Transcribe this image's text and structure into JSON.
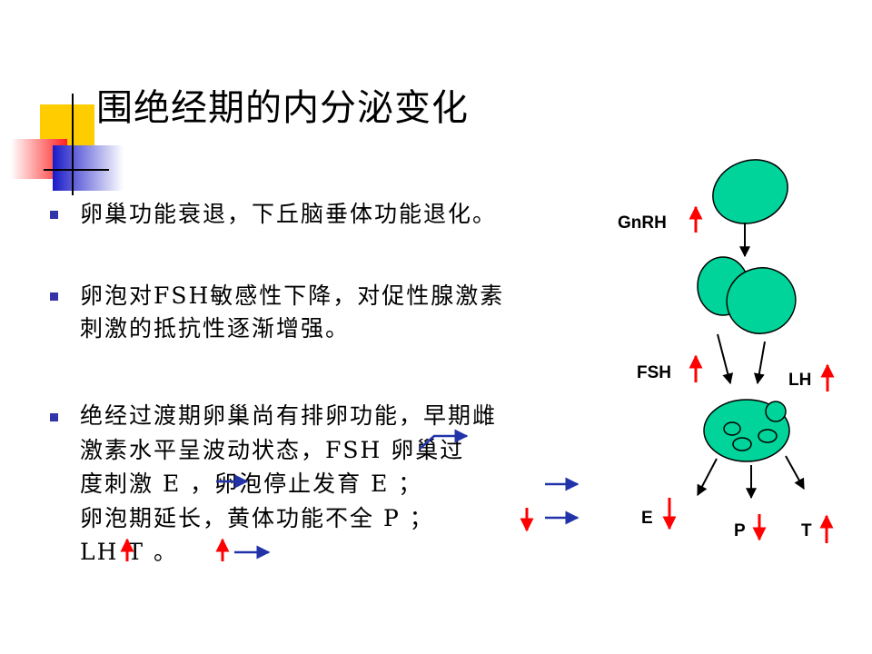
{
  "slide": {
    "title": "围绝经期的内分泌变化",
    "bullets": [
      {
        "lines": [
          "卵巢功能衰退，下丘脑垂体功能退化。"
        ]
      },
      {
        "lines": [
          "卵泡对FSH敏感性下降，对促性腺激素",
          "刺激的抵抗性逐渐增强。"
        ]
      },
      {
        "lines": [
          "绝经过渡期卵巢尚有排卵功能，早期雌",
          "激素水平呈波动状态，FSH       卵巢过",
          "度刺激     E     ，卵泡停止发育     E  ；",
          "卵泡期延长，黄体功能不全          P  ；",
          "LH      T    。"
        ]
      }
    ]
  },
  "diagram": {
    "labels": {
      "gnrh": "GnRH",
      "fsh": "FSH",
      "lh": "LH",
      "e": "E",
      "p": "P",
      "t": "T"
    },
    "colors": {
      "gland_fill": "#00d49a",
      "up_arrow": "#ff0000",
      "down_arrow": "#ff0000",
      "wave_arrow": "#2233aa",
      "bullet": "#3333aa"
    }
  }
}
